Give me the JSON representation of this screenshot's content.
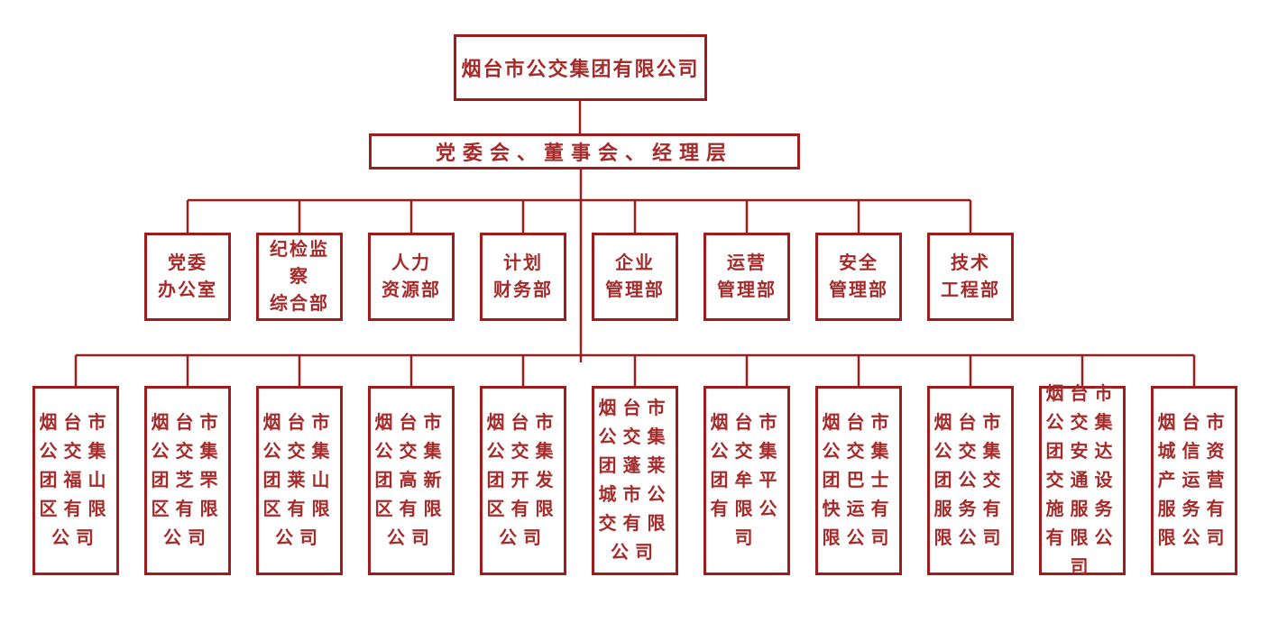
{
  "diagram": {
    "type": "org-chart",
    "colors": {
      "line": "#9e1c1c",
      "border": "#9e1c1c",
      "text": "#a52a2a",
      "background": "#ffffff"
    },
    "root": {
      "label": "烟台市公交集团有限公司"
    },
    "governance": {
      "label": "党委会、董事会、经理层"
    },
    "departments": [
      {
        "label": "党委\n办公室"
      },
      {
        "label": "纪检监\n察\n综合部"
      },
      {
        "label": "人力\n资源部"
      },
      {
        "label": "计划\n财务部"
      },
      {
        "label": "企业\n管理部"
      },
      {
        "label": "运营\n管理部"
      },
      {
        "label": "安全\n管理部"
      },
      {
        "label": "技术\n工程部"
      }
    ],
    "subsidiaries": [
      {
        "label": "烟台市\n公交集\n团福山\n区有限\n公司"
      },
      {
        "label": "烟台市\n公交集\n团芝罘\n区有限\n公司"
      },
      {
        "label": "烟台市\n公交集\n团莱山\n区有限\n公司"
      },
      {
        "label": "烟台市\n公交集\n团高新\n区有限\n公司"
      },
      {
        "label": "烟台市\n公交集\n团开发\n区有限\n公司"
      },
      {
        "label": "烟台市\n公交集\n团蓬莱\n城市公\n交有限\n公司"
      },
      {
        "label": "烟台市\n公交集\n团牟平\n有限公\n司"
      },
      {
        "label": "烟台市\n公交集\n团巴士\n快运有\n限公司"
      },
      {
        "label": "烟台市\n公交集\n团公交\n服务有\n限公司"
      },
      {
        "label": "烟台市\n公交集\n团安达\n交通设\n施服务\n有限公\n司"
      },
      {
        "label": "烟台市\n城信资\n产运营\n服务有\n限公司"
      }
    ]
  }
}
